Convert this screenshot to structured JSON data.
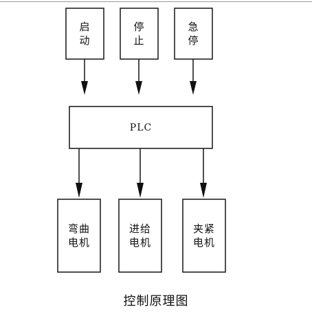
{
  "inputs": [
    {
      "label": "启动"
    },
    {
      "label": "停止"
    },
    {
      "label": "急停"
    }
  ],
  "controller": {
    "label": "PLC"
  },
  "outputs": [
    {
      "label": "弯曲电机"
    },
    {
      "label": "进给电机"
    },
    {
      "label": "夹紧电机"
    }
  ],
  "caption": "控制原理图"
}
